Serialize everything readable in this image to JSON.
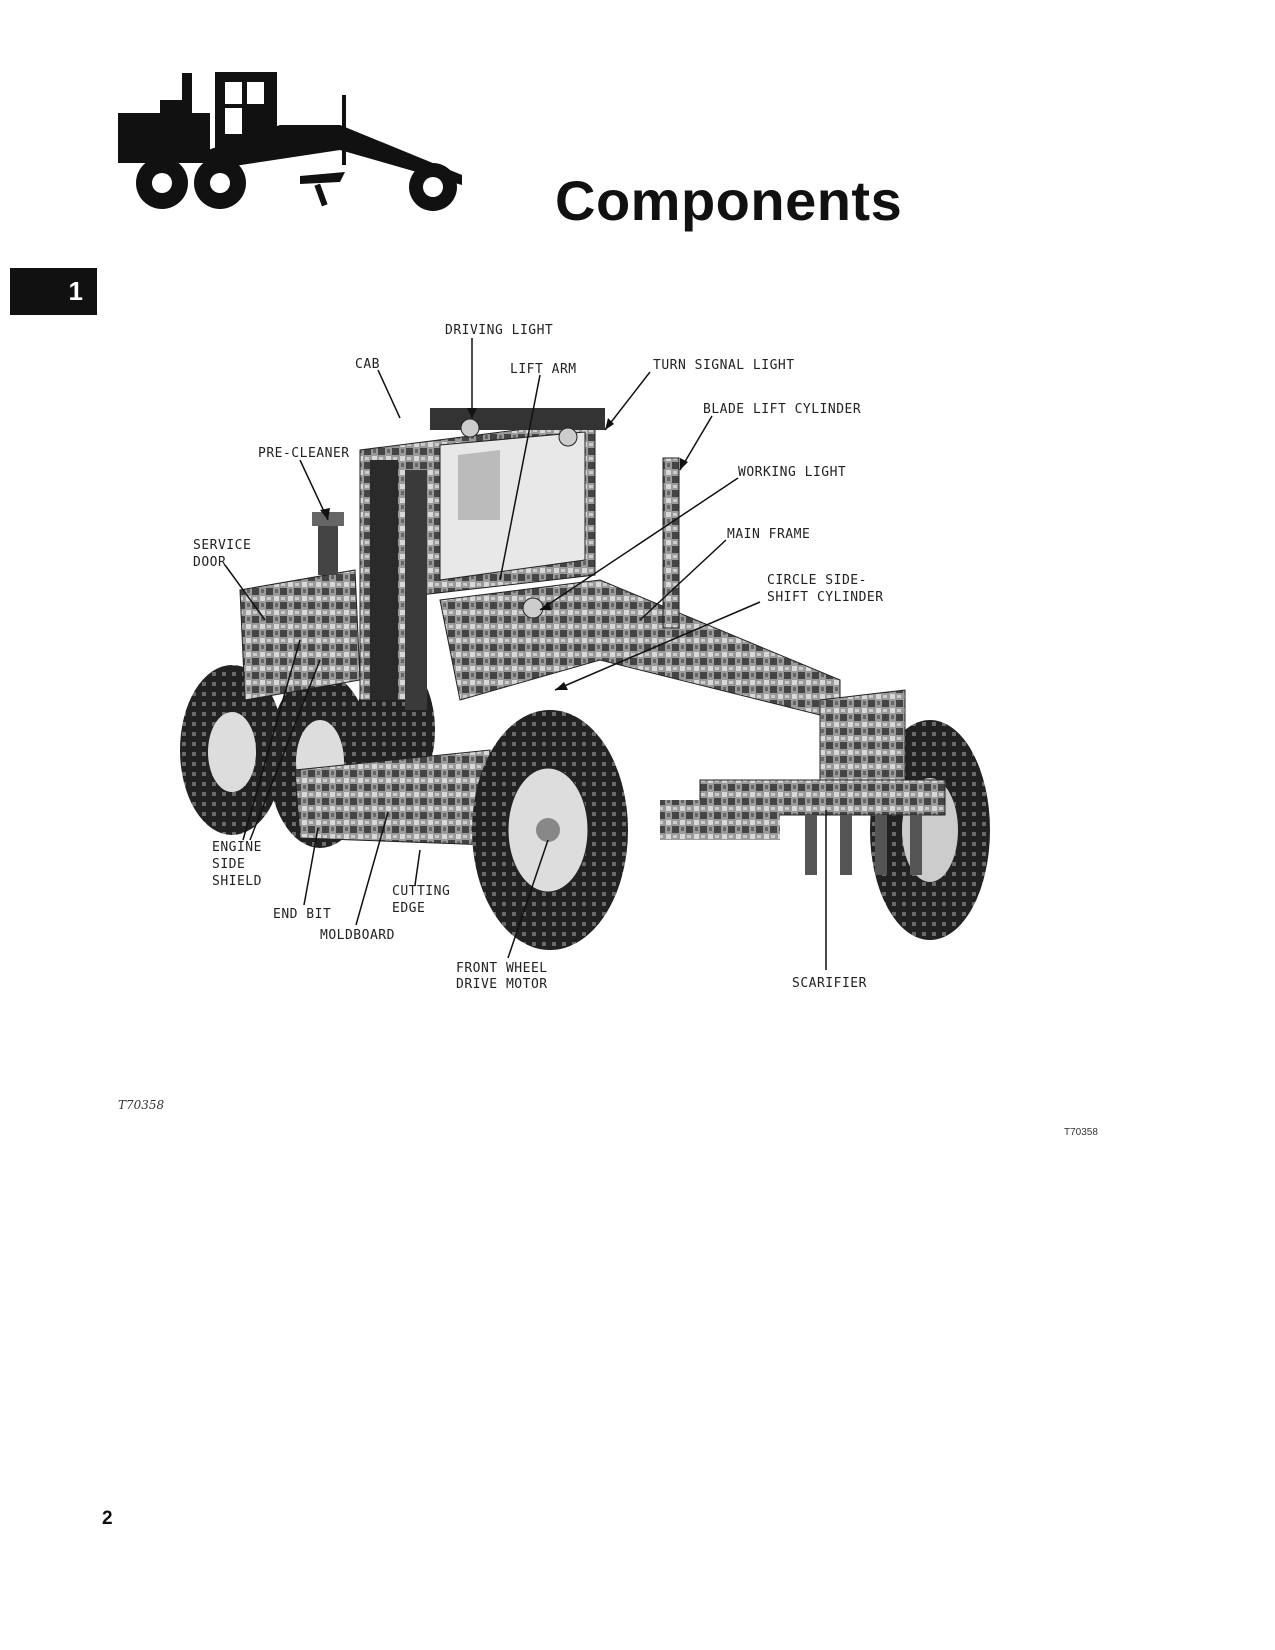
{
  "page": {
    "title": "Components",
    "section_tab": "1",
    "page_number": "2",
    "figure_code_left": "T70358",
    "figure_code_right": "T70358"
  },
  "labels": {
    "driving_light": "DRIVING LIGHT",
    "cab": "CAB",
    "lift_arm": "LIFT ARM",
    "turn_signal_light": "TURN SIGNAL LIGHT",
    "blade_lift_cylinder": "BLADE LIFT CYLINDER",
    "pre_cleaner": "PRE-CLEANER",
    "working_light": "WORKING LIGHT",
    "service_door_1": "SERVICE",
    "service_door_2": "DOOR",
    "main_frame": "MAIN FRAME",
    "circle_side_shift_1": "CIRCLE SIDE-",
    "circle_side_shift_2": "SHIFT CYLINDER",
    "engine_side_shield_1": "ENGINE",
    "engine_side_shield_2": "SIDE",
    "engine_side_shield_3": "SHIELD",
    "cutting_edge_1": "CUTTING",
    "cutting_edge_2": "EDGE",
    "end_bit": "END BIT",
    "moldboard": "MOLDBOARD",
    "front_wheel_drive_motor_1": "FRONT WHEEL",
    "front_wheel_drive_motor_2": "DRIVE MOTOR",
    "scarifier": "SCARIFIER"
  }
}
